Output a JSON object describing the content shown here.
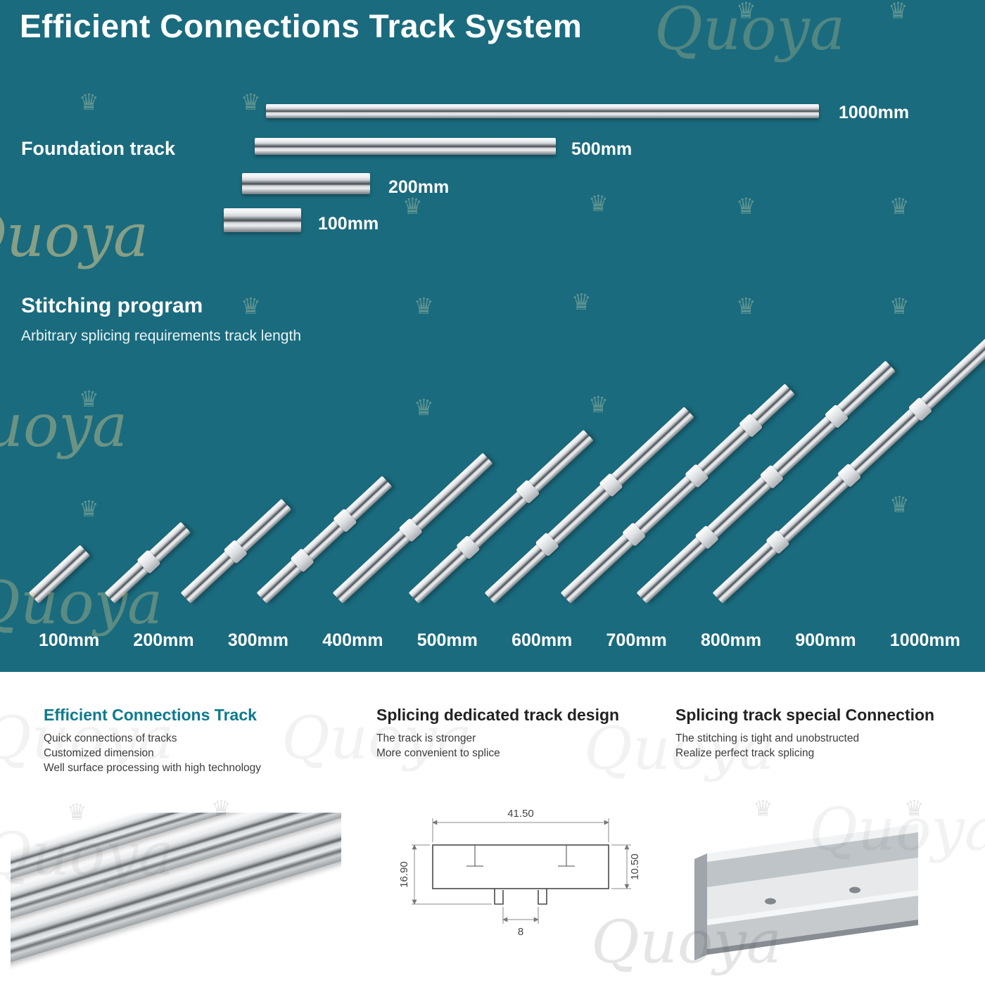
{
  "page": {
    "title": "Efficient Connections Track System"
  },
  "foundation": {
    "label": "Foundation track",
    "tracks": [
      {
        "size": "1000mm"
      },
      {
        "size": "500mm"
      },
      {
        "size": "200mm"
      },
      {
        "size": "100mm"
      }
    ]
  },
  "stitching": {
    "heading": "Stitching program",
    "subheading": "Arbitrary splicing requirements track length",
    "sizes": [
      "100mm",
      "200mm",
      "300mm",
      "400mm",
      "500mm",
      "600mm",
      "700mm",
      "800mm",
      "900mm",
      "1000mm"
    ]
  },
  "features": {
    "col1": {
      "heading": "Efficient Connections Track",
      "lines": [
        "Quick connections of tracks",
        "Customized dimension",
        "Well surface processing with high technology"
      ]
    },
    "col2": {
      "heading": "Splicing dedicated track design",
      "lines": [
        "The track is stronger",
        "More convenient to splice"
      ],
      "dimensions": {
        "top_width": "41.50",
        "left_height": "16.90",
        "right_height": "10.50",
        "bottom_slot": "8"
      }
    },
    "col3": {
      "heading": "Splicing track special Connection",
      "lines": [
        "The stitching is tight and unobstructed",
        "Realize perfect track splicing"
      ]
    }
  },
  "watermark": {
    "text": "Quoya",
    "crown": "♛"
  },
  "colors": {
    "teal_bg": "#1a6b7e",
    "heading_teal": "#0d7a8c"
  }
}
